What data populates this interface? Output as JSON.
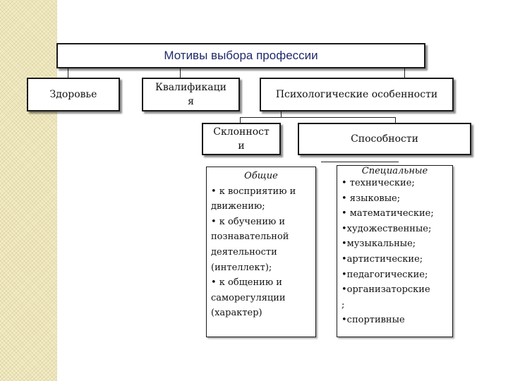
{
  "diagram": {
    "title": "Мотивы выбора профессии",
    "nodes": {
      "health": "Здоровье",
      "qualification": "Квалификаци\nя",
      "psychological": "Психологические особенности",
      "inclinations": "Склонност\nи",
      "abilities": "Способности"
    },
    "general": {
      "heading": "Общие",
      "items": [
        "• к восприятию и движению;",
        "• к обучению и познавательной деятельности (интеллект);",
        "• к общению и саморегуляции (характер)"
      ]
    },
    "special": {
      "heading": "Специальные",
      "items": [
        "• технические;",
        "• языковые;",
        "• математические;",
        "•художественные;",
        "•музыкальные;",
        "•артистические;",
        "•педагогические;",
        "•организаторские\n;",
        "•спортивные"
      ]
    }
  }
}
